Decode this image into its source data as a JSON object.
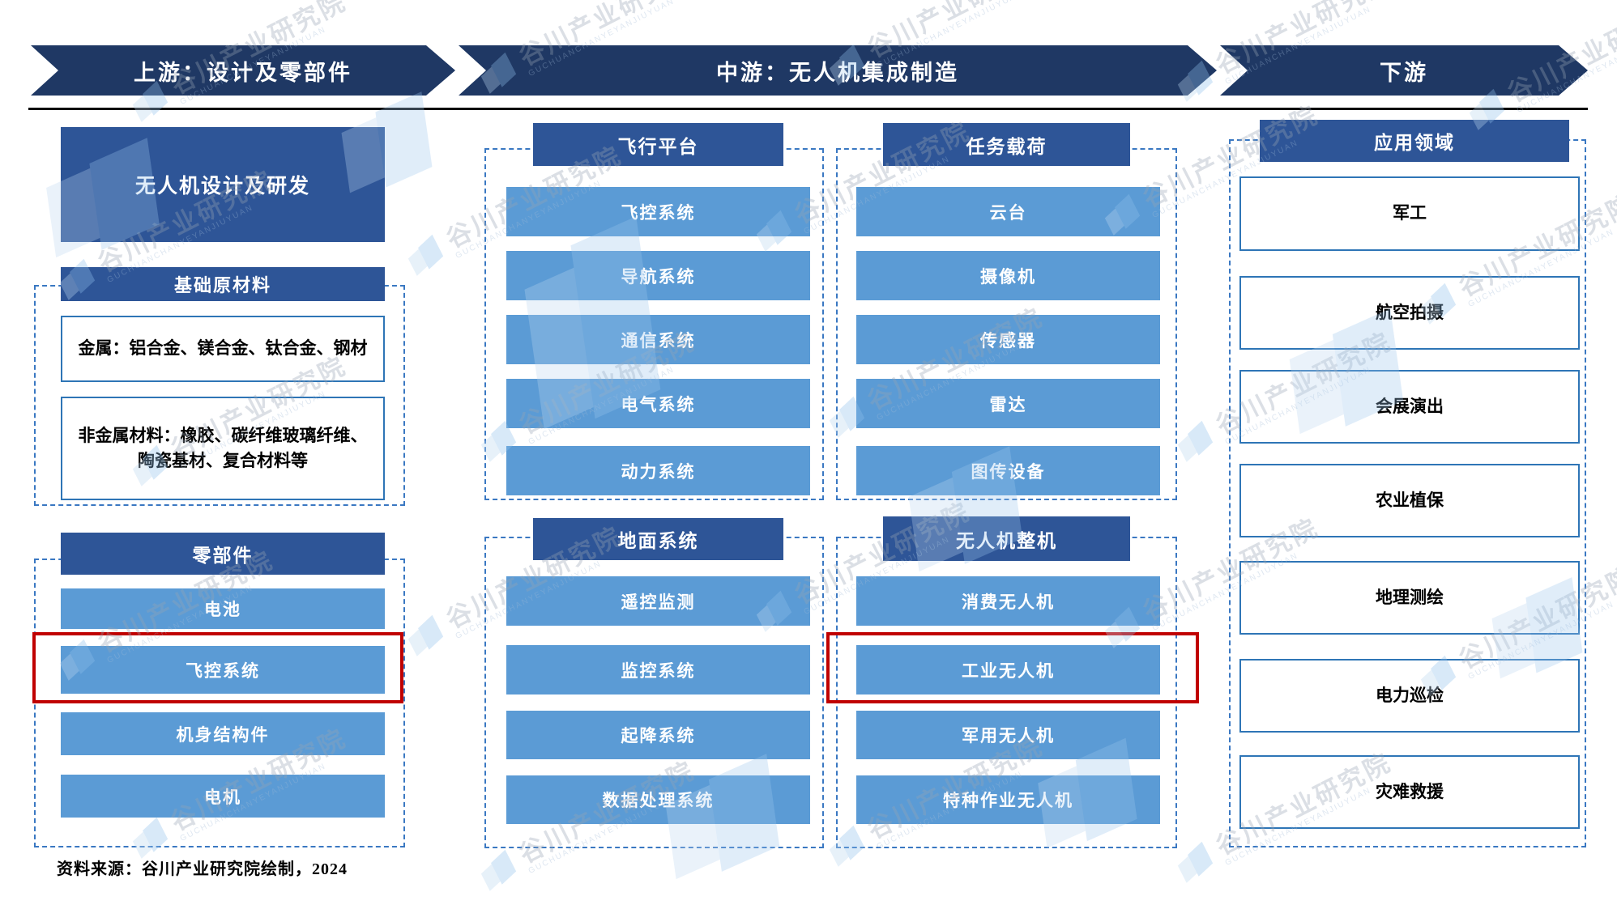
{
  "stages": [
    {
      "label": "上游：设计及零部件"
    },
    {
      "label": "中游：无人机集成制造"
    },
    {
      "label": "下游"
    }
  ],
  "upstream": {
    "design_label": "无人机设计及研发",
    "materials": {
      "header": "基础原材料",
      "items": [
        "金属：铝合金、镁合金、钛合金、钢材",
        "非金属材料：橡胶、碳纤维玻璃纤维、陶瓷基材、复合材料等"
      ]
    },
    "parts": {
      "header": "零部件",
      "items": [
        "电池",
        "飞控系统",
        "机身结构件",
        "电机"
      ],
      "highlighted_item": "飞控系统"
    }
  },
  "midstream": {
    "flight": {
      "header": "飞行平台",
      "items": [
        "飞控系统",
        "导航系统",
        "通信系统",
        "电气系统",
        "动力系统"
      ]
    },
    "payload": {
      "header": "任务载荷",
      "items": [
        "云台",
        "摄像机",
        "传感器",
        "雷达",
        "图传设备"
      ]
    },
    "ground": {
      "header": "地面系统",
      "items": [
        "遥控监测",
        "监控系统",
        "起降系统",
        "数据处理系统"
      ]
    },
    "whole": {
      "header": "无人机整机",
      "items": [
        "消费无人机",
        "工业无人机",
        "军用无人机",
        "特种作业无人机"
      ],
      "highlighted_item": "工业无人机"
    }
  },
  "downstream": {
    "header": "应用领域",
    "items": [
      "军工",
      "航空拍摄",
      "会展演出",
      "农业植保",
      "地理测绘",
      "电力巡检",
      "灾难救援"
    ]
  },
  "source_note": "资料来源：谷川产业研究院绘制，2024",
  "watermark": {
    "cn": "谷川产业研究院",
    "en": "GUCHUANCHANYEYANJIUYUAN"
  },
  "colors": {
    "arrow_navy": "#1F3864",
    "header_blue": "#2E5597",
    "item_blue": "#5B9BD5",
    "white_box_border": "#2E75B6",
    "dashed_border": "#3A78C2",
    "highlight_red": "#C00000"
  }
}
